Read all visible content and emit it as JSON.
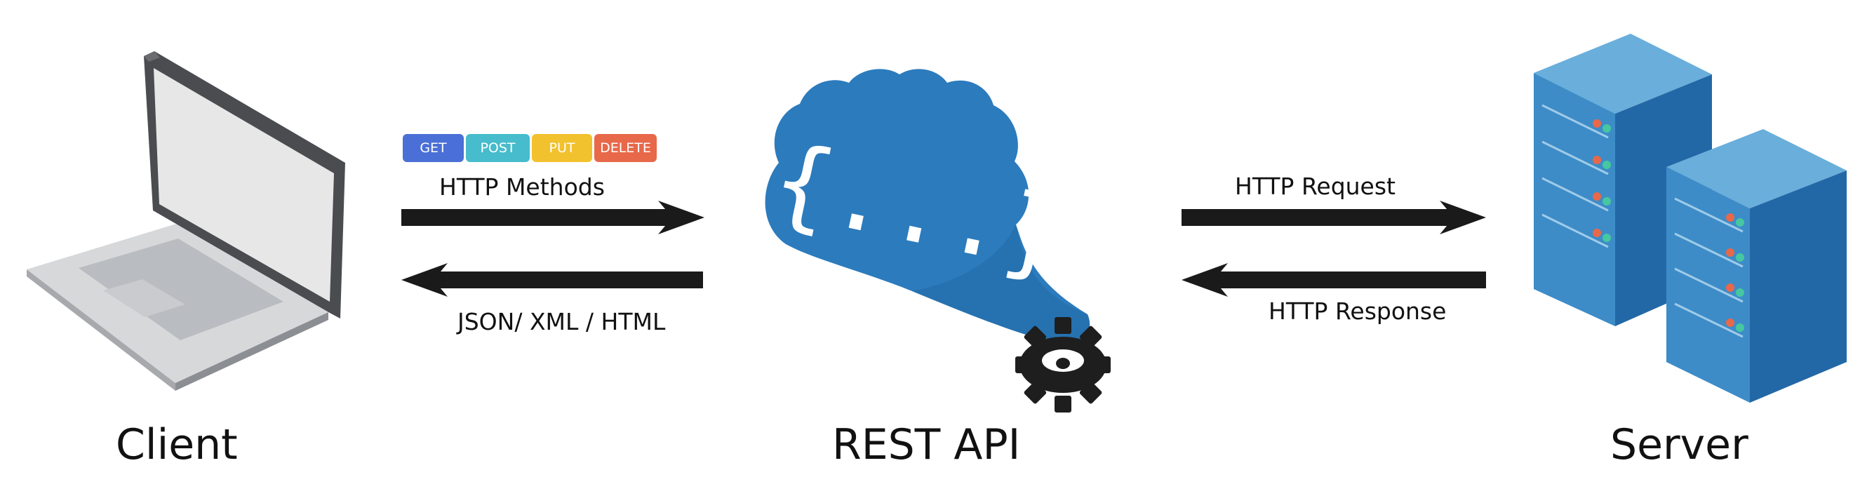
{
  "nodes": {
    "client": "Client",
    "api": "REST API",
    "server": "Server"
  },
  "methods": {
    "get": "GET",
    "post": "POST",
    "put": "PUT",
    "delete": "DELETE"
  },
  "flows": {
    "methods": "HTTP Methods",
    "formats": "JSON/ XML / HTML",
    "request": "HTTP Request",
    "response": "HTTP Response"
  },
  "icons": {
    "client": "laptop-icon",
    "api": "cloud-icon",
    "api_badge": "gear-icon",
    "server": "server-rack-icon"
  },
  "colors": {
    "cloud": "#2c7bbd",
    "server_front": "#3d8cc8",
    "server_side": "#2368a6",
    "server_top": "#6aaedb",
    "laptop_frame": "#555555",
    "laptop_screen": "#e6e6e6",
    "arrow": "#1a1a1a",
    "get": "#4a6fd6",
    "post": "#46bccc",
    "put": "#f2c12e",
    "delete": "#e8684a"
  }
}
